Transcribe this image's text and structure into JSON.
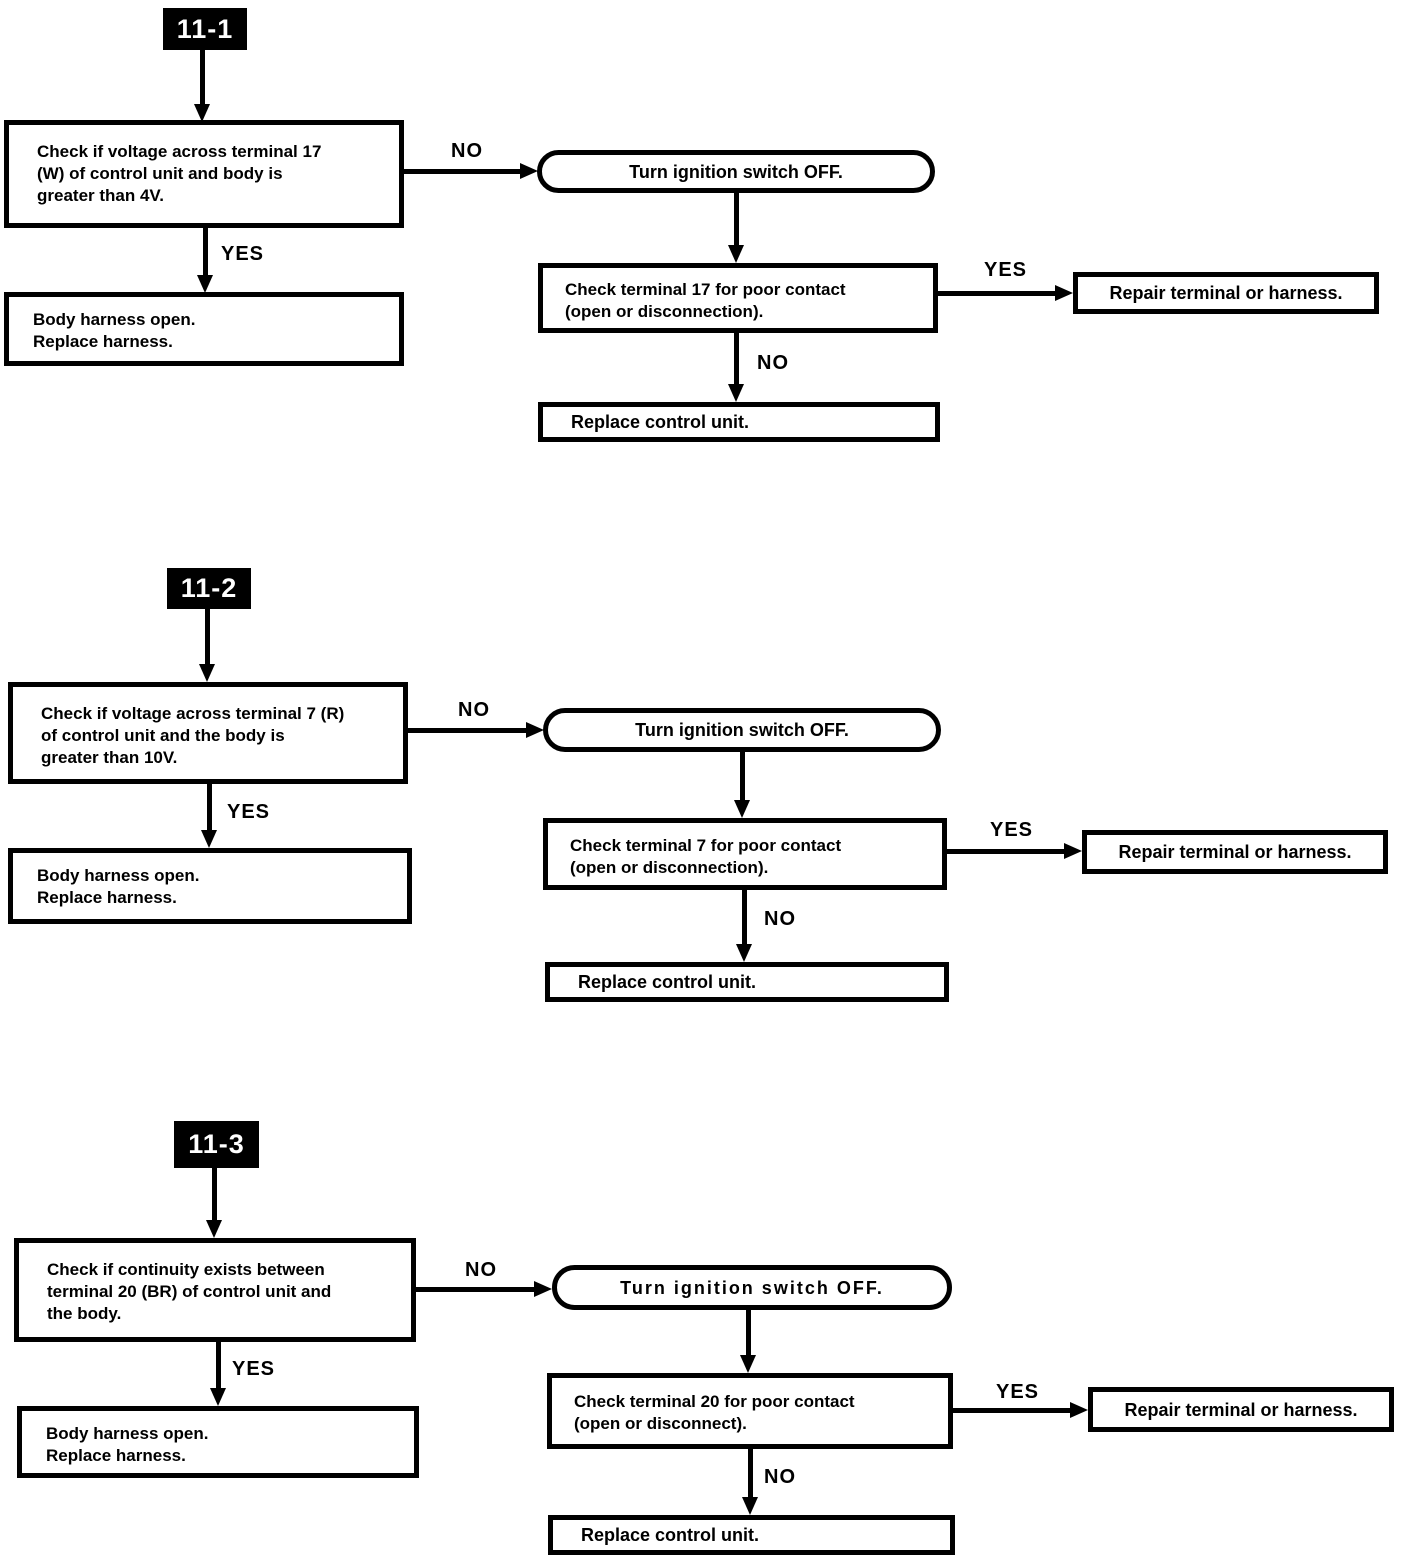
{
  "colors": {
    "ink": "#000000",
    "paper": "#ffffff"
  },
  "sections": [
    {
      "tag": "11-1",
      "condition": "Check if voltage across terminal 17\n(W) of control unit and body is\ngreater than 4V.",
      "no_label": "NO",
      "yes_label": "YES",
      "harness_result": "Body harness open.\nReplace harness.",
      "ignition_action": "Turn ignition switch OFF.",
      "terminal_check": "Check terminal 17 for poor contact\n(open or disconnection).",
      "terminal_yes_label": "YES",
      "terminal_no_label": "NO",
      "repair_action": "Repair terminal or harness.",
      "replace_action": "Replace control unit."
    },
    {
      "tag": "11-2",
      "condition": "Check if voltage across terminal 7 (R)\nof control unit and the body is\ngreater than 10V.",
      "no_label": "NO",
      "yes_label": "YES",
      "harness_result": "Body harness open.\nReplace harness.",
      "ignition_action": "Turn ignition switch OFF.",
      "terminal_check": "Check terminal 7 for poor contact\n(open or disconnection).",
      "terminal_yes_label": "YES",
      "terminal_no_label": "NO",
      "repair_action": "Repair terminal or harness.",
      "replace_action": "Replace control unit."
    },
    {
      "tag": "11-3",
      "condition": "Check if continuity exists between\nterminal 20 (BR) of control unit and\nthe body.",
      "no_label": "NO",
      "yes_label": "YES",
      "harness_result": "Body harness open.\nReplace harness.",
      "ignition_action": "Turn ignition switch OFF.",
      "terminal_check": "Check terminal 20 for poor contact\n(open or disconnect).",
      "terminal_yes_label": "YES",
      "terminal_no_label": "NO",
      "repair_action": "Repair terminal or harness.",
      "replace_action": "Replace control unit."
    }
  ]
}
